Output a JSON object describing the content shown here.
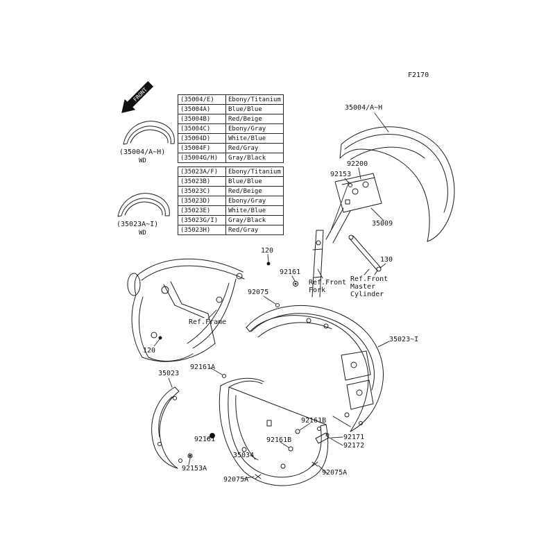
{
  "figure_code": "F2170",
  "front_marker": "FRONT",
  "fender_tables": [
    {
      "caption": "(35004/A~H)",
      "caption_sub": "WD",
      "rows": [
        {
          "part": "(35004/E)",
          "color": "Ebony/Titanium"
        },
        {
          "part": "(35004A)",
          "color": "Blue/Blue"
        },
        {
          "part": "(35004B)",
          "color": "Red/Beige"
        },
        {
          "part": "(35004C)",
          "color": "Ebony/Gray"
        },
        {
          "part": "(35004D)",
          "color": "White/Blue"
        },
        {
          "part": "(35004F)",
          "color": "Red/Gray"
        },
        {
          "part": "(35004G/H)",
          "color": "Gray/Black"
        }
      ]
    },
    {
      "caption": "(35023A~I)",
      "caption_sub": "WD",
      "rows": [
        {
          "part": "(35023A/F)",
          "color": "Ebony/Titanium"
        },
        {
          "part": "(35023B)",
          "color": "Blue/Blue"
        },
        {
          "part": "(35023C)",
          "color": "Red/Beige"
        },
        {
          "part": "(35023D)",
          "color": "Ebony/Gray"
        },
        {
          "part": "(35023E)",
          "color": "White/Blue"
        },
        {
          "part": "(35023G/I)",
          "color": "Gray/Black"
        },
        {
          "part": "(35023H)",
          "color": "Red/Gray"
        }
      ]
    }
  ],
  "callouts": {
    "front_fender_assy": "35004/A~H",
    "p92200": "92200",
    "p92153": "92153",
    "p35009": "35009",
    "p130": "130",
    "ref_front_fork": "Ref.Front\nFork",
    "ref_front_master_cylinder": "Ref.Front\nMaster\nCylinder",
    "ref_frame": "Ref.Frame",
    "p120": "120",
    "p92161": "92161",
    "p92075": "92075",
    "rear_fender_assy": "35023~I",
    "p92161A": "92161A",
    "p35023": "35023",
    "p92161B": "92161B",
    "p35034": "35034",
    "p92171": "92171",
    "p92172": "92172",
    "p92153A": "92153A",
    "p92075A": "92075A"
  }
}
